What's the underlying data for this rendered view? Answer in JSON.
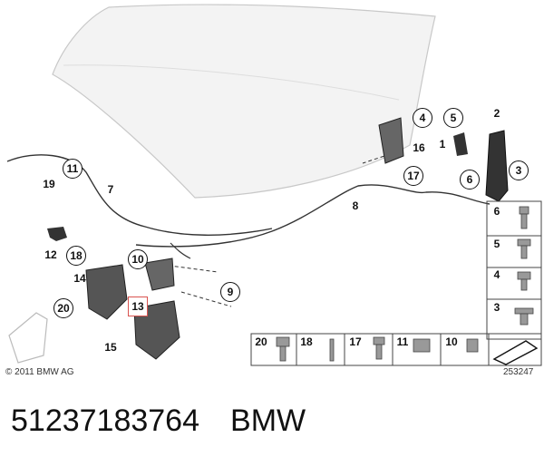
{
  "diagram": {
    "callouts": [
      "1",
      "2",
      "3",
      "4",
      "5",
      "6",
      "7",
      "8",
      "9",
      "10",
      "11",
      "12",
      "13",
      "14",
      "15",
      "16",
      "17",
      "18",
      "19",
      "20"
    ],
    "legend_right": [
      "6",
      "5",
      "4",
      "3"
    ],
    "legend_bottom": [
      "20",
      "18",
      "17",
      "11",
      "10"
    ]
  },
  "copyright": "© 2011 BMW AG",
  "reference_number": "253247",
  "caption": {
    "part_number": "51237183764",
    "brand": "BMW"
  }
}
